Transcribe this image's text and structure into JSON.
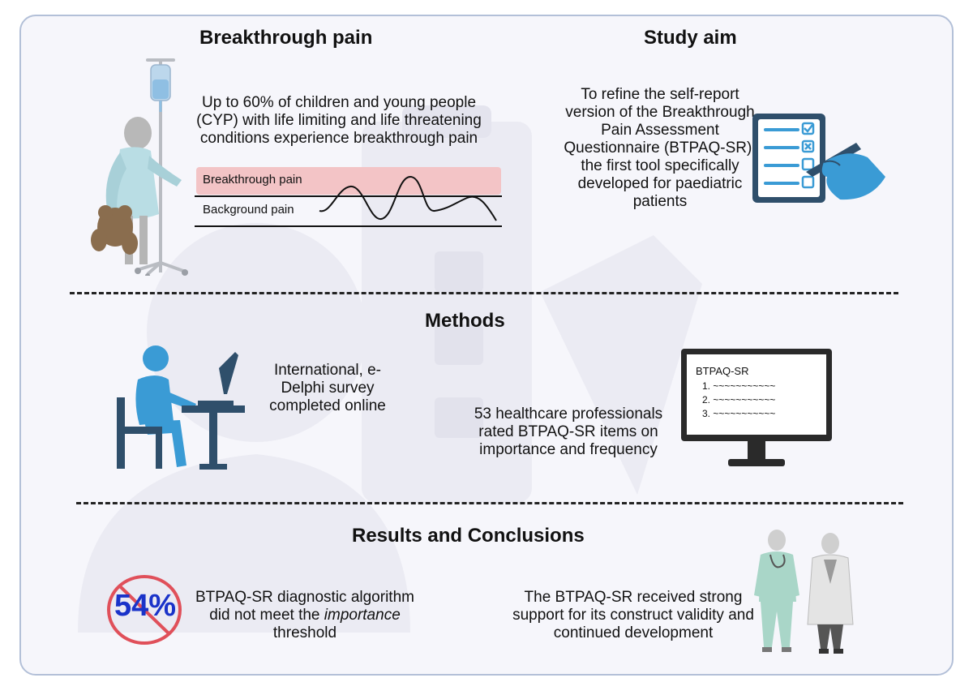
{
  "sections": {
    "breakthrough": {
      "heading": "Breakthrough pain",
      "text": "Up to 60% of children and young people (CYP) with life limiting and life threatening conditions experience breakthrough pain",
      "band_breakthrough": "Breakthrough pain",
      "band_background": "Background pain"
    },
    "aim": {
      "heading": "Study aim",
      "text": "To refine the self-report version of the Breakthrough Pain Assessment Questionnaire (BTPAQ-SR), the first tool specifically developed for paediatric patients"
    },
    "methods": {
      "heading": "Methods",
      "text_left": "International, e-Delphi survey completed online",
      "text_right": "53 healthcare professionals rated BTPAQ-SR items on importance and frequency",
      "screen_title": "BTPAQ-SR",
      "screen_items": [
        "1.  ~~~~~~~~~~~",
        "2.  ~~~~~~~~~~~",
        "3.  ~~~~~~~~~~~"
      ]
    },
    "results": {
      "heading": "Results and Conclusions",
      "badge_value": "54%",
      "text_left_1": "BTPAQ-SR diagnostic algorithm",
      "text_left_2a": "did not meet the ",
      "text_left_2b": "importance",
      "text_left_3": "threshold",
      "text_right": "The BTPAQ-SR received strong support for its construct validity and continued development"
    }
  },
  "colors": {
    "accent_blue": "#3a9bd5",
    "dark_blue": "#2f4f6b",
    "breakthrough_band": "#f3c4c6",
    "no_sign_red": "#e0505a",
    "badge_blue": "#1a33c9"
  },
  "icons": [
    "child-patient-icon",
    "iv-drip-icon",
    "checklist-icon",
    "writing-hand-icon",
    "person-at-computer-icon",
    "monitor-icon",
    "no-sign-icon",
    "healthcare-professionals-icon"
  ]
}
